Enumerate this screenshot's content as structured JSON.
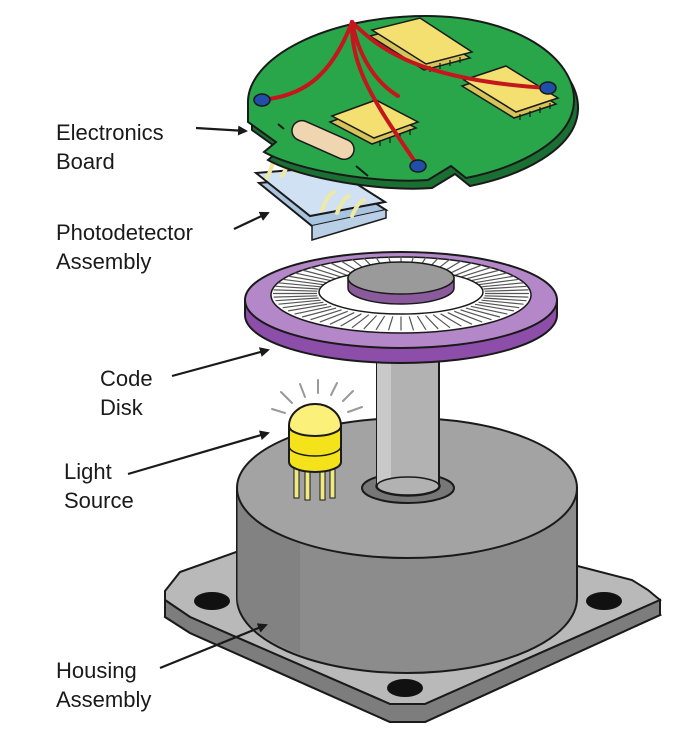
{
  "labels": {
    "electronics_board": [
      "Electronics",
      "Board"
    ],
    "photodetector_assembly": [
      "Photodetector",
      "Assembly"
    ],
    "code_disk": [
      "Code",
      "Disk"
    ],
    "light_source": [
      "Light",
      "Source"
    ],
    "housing_assembly": [
      "Housing",
      "Assembly"
    ]
  },
  "colors": {
    "housing": "#8c8c8c",
    "housing_top": "#a3a3a3",
    "base_plate": "#9a9a9a",
    "shaft": "#b2b2b2",
    "code_disk_ring": "#b487c9",
    "code_disk_center": "#8f8f8f",
    "light_source": "#f4e31b",
    "photodetector": "#cfe1f2",
    "board": "#29a64a",
    "chip": "#f3e071",
    "wire": "#c4161c",
    "pin": "#1f4fa8",
    "resistor": "#f0d6b0",
    "outline": "#1a1a1a"
  },
  "icons": {
    "housing": "housing-assembly",
    "shaft": "shaft",
    "code_disk": "code-disk",
    "light_source": "led",
    "photodetector": "photodetector",
    "board": "circuit-board"
  },
  "code_disk_slots": 64
}
